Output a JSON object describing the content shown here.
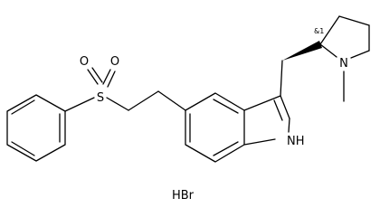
{
  "molecule": {
    "atoms": {
      "sulfur": "S",
      "oxygen_1": "O",
      "oxygen_2": "O",
      "ring_nitrogen": "N",
      "indole_nh": "NH"
    },
    "stereo_label": "&1",
    "salt": "HBr"
  }
}
